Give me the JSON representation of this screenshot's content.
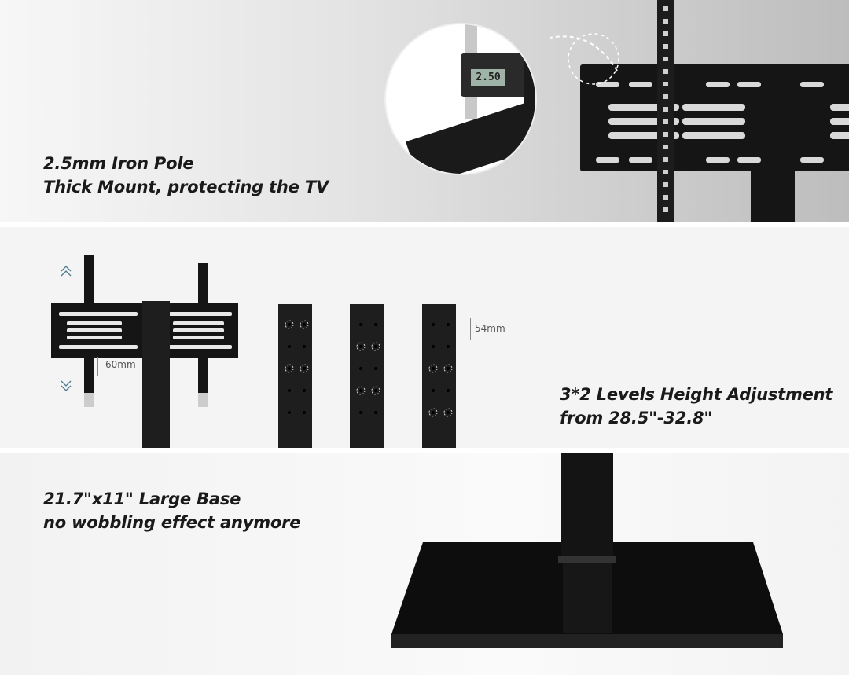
{
  "panels": [
    {
      "caption_line1": "2.5mm Iron Pole",
      "caption_line2": "Thick Mount, protecting the TV",
      "caliper_reading": "2.50"
    },
    {
      "caption_line1": "3*2 Levels Height Adjustment",
      "caption_line2": "from 28.5\"-32.8\"",
      "measure_left": "60mm",
      "measure_right": "54mm"
    },
    {
      "caption_line1": "21.7\"x11\" Large Base",
      "caption_line2": "no wobbling effect anymore"
    }
  ],
  "colors": {
    "product": "#151515",
    "arrow_accent": "#4a7a90"
  }
}
